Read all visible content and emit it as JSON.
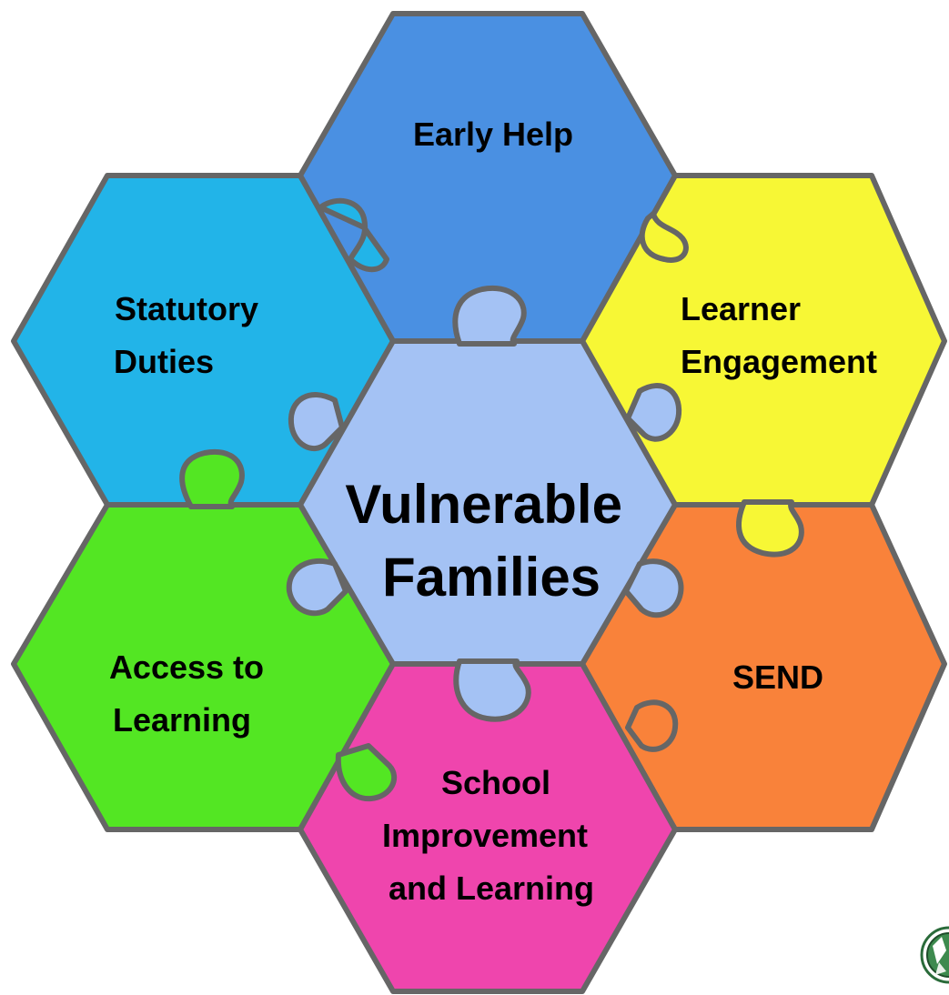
{
  "diagram": {
    "center": {
      "lines": [
        "Vulnerable",
        "Families"
      ],
      "color": "#a4c2f4"
    },
    "pieces": [
      {
        "id": "early-help",
        "lines": [
          "Early Help"
        ],
        "color": "#4a90e2"
      },
      {
        "id": "learner-engagement",
        "lines": [
          "Learner",
          "Engagement"
        ],
        "color": "#f7f735"
      },
      {
        "id": "send",
        "lines": [
          "SEND"
        ],
        "color": "#f9823a"
      },
      {
        "id": "school-improvement",
        "lines": [
          "School",
          "Improvement",
          "and Learning"
        ],
        "color": "#ef45ad"
      },
      {
        "id": "access-to-learning",
        "lines": [
          "Access to",
          "Learning"
        ],
        "color": "#53e623"
      },
      {
        "id": "statutory-duties",
        "lines": [
          "Statutory",
          "Duties"
        ],
        "color": "#22b4e8"
      }
    ],
    "outline_color": "#666666",
    "seal_icon": "council-crest-icon"
  }
}
